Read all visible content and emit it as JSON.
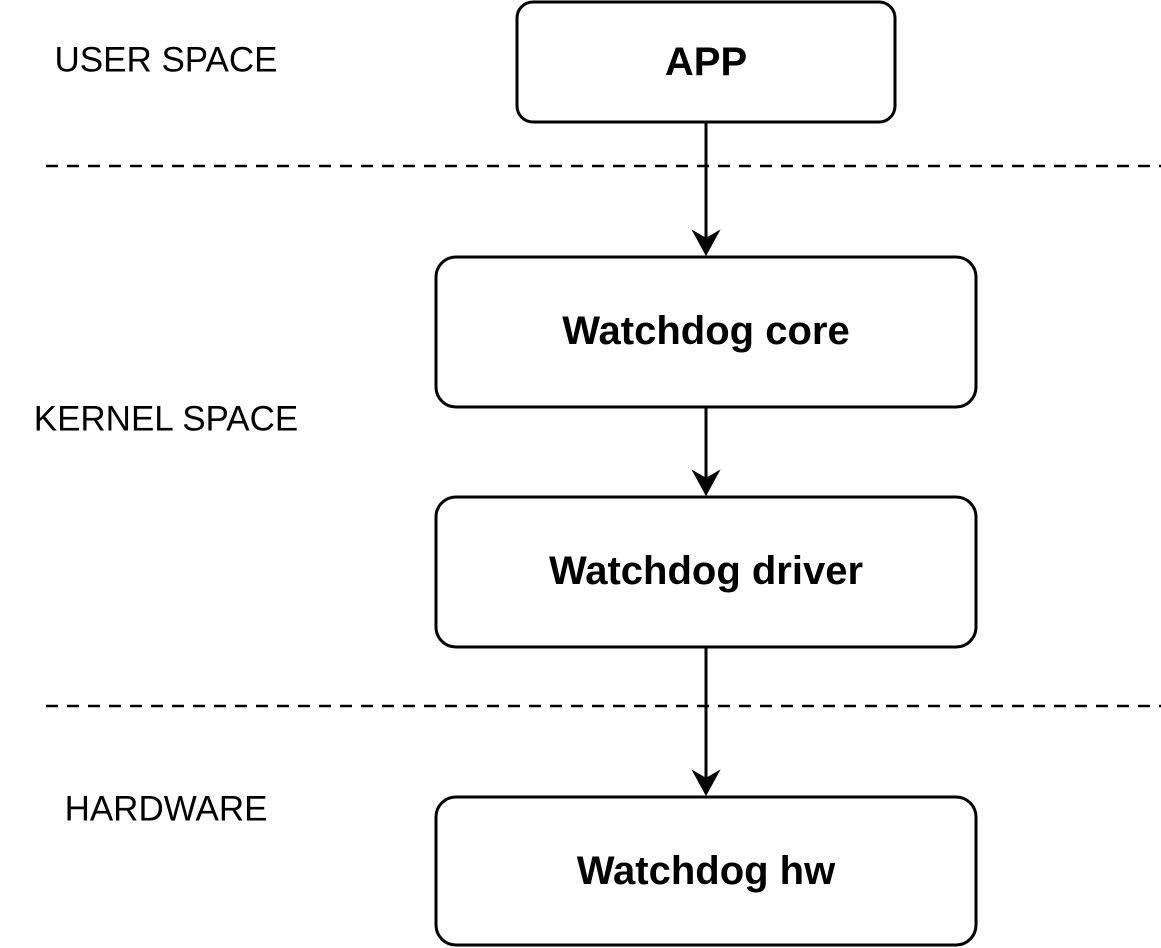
{
  "layers": {
    "user_space": "USER SPACE",
    "kernel_space": "KERNEL SPACE",
    "hardware": "HARDWARE"
  },
  "nodes": {
    "app": "APP",
    "core": "Watchdog core",
    "driver": "Watchdog driver",
    "hw": "Watchdog hw"
  },
  "edges": [
    {
      "from": "app",
      "to": "core"
    },
    {
      "from": "core",
      "to": "driver"
    },
    {
      "from": "driver",
      "to": "hw"
    }
  ],
  "colors": {
    "stroke": "#000000",
    "fill": "#ffffff"
  }
}
